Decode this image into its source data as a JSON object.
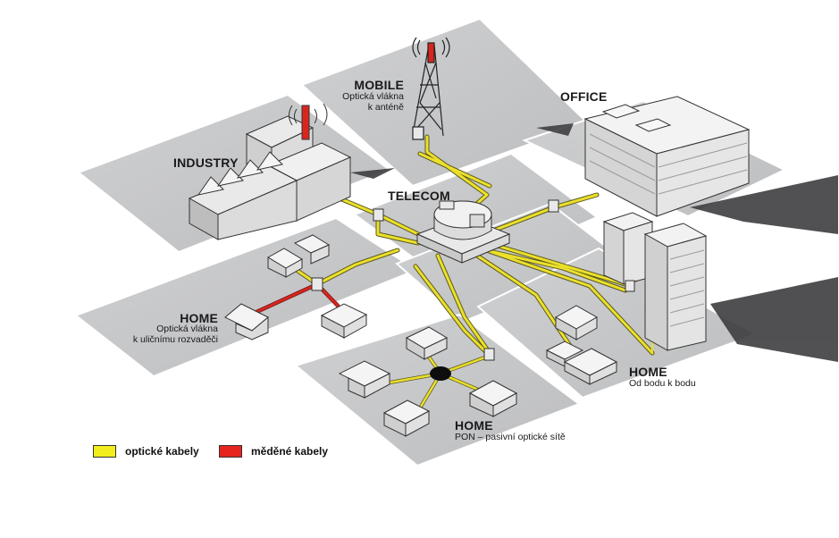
{
  "labels": {
    "mobile": {
      "title": "MOBILE",
      "line1": "Optická vlákna",
      "line2": "k anténě"
    },
    "office": {
      "title": "OFFICE"
    },
    "industry": {
      "title": "INDUSTRY"
    },
    "telecom": {
      "title": "TELECOM"
    },
    "home_street": {
      "title": "HOME",
      "line1": "Optická vlákna",
      "line2": "k uličnímu rozvaděči"
    },
    "home_p2p": {
      "title": "HOME",
      "line1": "Od bodu k bodu"
    },
    "home_pon": {
      "title": "HOME",
      "line1": "PON – pasivní optické sítě"
    }
  },
  "legend": [
    {
      "label": "optické kabely",
      "color": "#f2ee1e"
    },
    {
      "label": "měděné kabely",
      "color": "#e5251e"
    }
  ],
  "colors": {
    "fiber": "#e6d21e",
    "copper": "#d8261e",
    "panel": "#c9cacc",
    "building": "#e6e6e6"
  }
}
